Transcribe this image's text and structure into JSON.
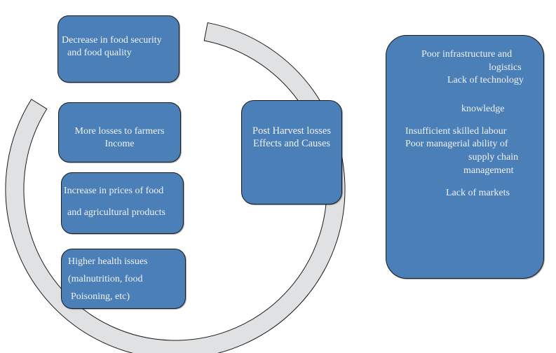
{
  "colors": {
    "box_fill": "#4a7fb7",
    "box_border": "#1a1a1a",
    "box_text": "#f2f2f2",
    "ring_fill": "#dfe1e3",
    "ring_stroke": "#1a1a1a"
  },
  "center": {
    "lines": [
      "Post Harvest losses",
      "Effects and Causes"
    ]
  },
  "effects": [
    {
      "lines": [
        "Decrease in food security",
        "and food quality"
      ]
    },
    {
      "lines": [
        "More losses to farmers",
        "Income"
      ]
    },
    {
      "lines": [
        "Increase in prices of food",
        "and  agricultural products"
      ]
    },
    {
      "lines": [
        "Higher health issues",
        "(malnutrition, food",
        "Poisoning, etc)"
      ]
    }
  ],
  "causes": {
    "lines": [
      "Poor infrastructure and",
      "logistics",
      "Lack of technology",
      "knowledge",
      "Insufficient skilled labour",
      "Poor managerial ability of",
      "supply chain",
      "management",
      "Lack of markets"
    ]
  }
}
